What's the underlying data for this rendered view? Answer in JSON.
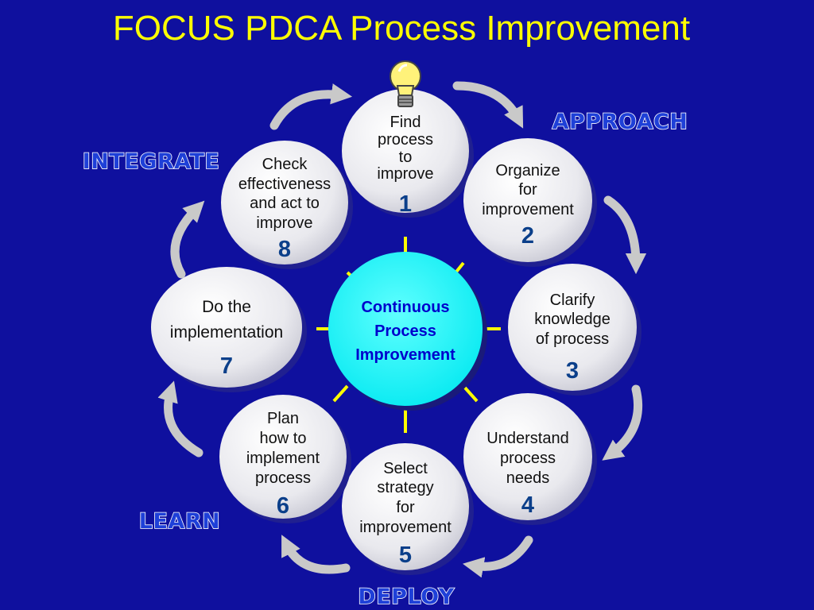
{
  "title": "FOCUS PDCA Process Improvement",
  "colors": {
    "background": "#0f109e",
    "title": "#ffff00",
    "phase_fill": "#1e40d8",
    "phase_stroke": "#ffffff",
    "node_fill": "#e9e9ee",
    "node_shadow": "#202090",
    "step_number": "#0b3f8a",
    "center_fill": "#00ffff",
    "center_text": "#0000cc",
    "spokes": "#ffff00",
    "arrows": "#c9c9c9"
  },
  "center": {
    "lines": [
      "Continuous",
      "Process",
      "Improvement"
    ]
  },
  "phases": {
    "approach": "APPROACH",
    "integrate": "INTEGRATE",
    "learn": "LEARN",
    "deploy": "DEPLOY"
  },
  "steps": [
    {
      "number": "1",
      "lines": [
        "Find",
        "process",
        "to",
        "improve"
      ],
      "icon": "lightbulb-icon"
    },
    {
      "number": "2",
      "lines": [
        "Organize",
        "for",
        "improvement"
      ]
    },
    {
      "number": "3",
      "lines": [
        "Clarify",
        "knowledge",
        "of process"
      ]
    },
    {
      "number": "4",
      "lines": [
        "Understand",
        "process",
        "needs"
      ]
    },
    {
      "number": "5",
      "lines": [
        "Select",
        "strategy",
        "for",
        "improvement"
      ]
    },
    {
      "number": "6",
      "lines": [
        "Plan",
        "how to",
        "implement",
        "process"
      ]
    },
    {
      "number": "7",
      "lines": [
        "Do the",
        "implementation"
      ]
    },
    {
      "number": "8",
      "lines": [
        "Check",
        "effectiveness",
        "and act to",
        "improve"
      ]
    }
  ]
}
